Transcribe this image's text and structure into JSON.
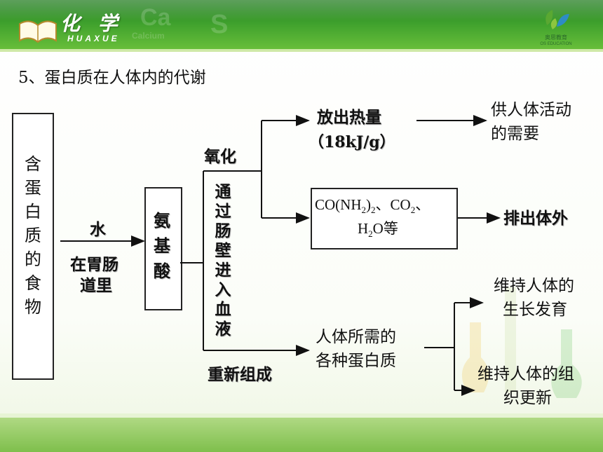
{
  "header": {
    "title": "化 学",
    "subtitle": "HUAXUE",
    "bg_elements": [
      "Ca",
      "Calcium",
      "S"
    ],
    "logo_name": "奥思教育",
    "logo_sub": "OS EDUCATION"
  },
  "heading": "5、蛋白质在人体内的代谢",
  "diagram": {
    "food": [
      "含",
      "蛋",
      "白",
      "质",
      "的",
      "食",
      "物"
    ],
    "water": "水",
    "location": [
      "在胃肠",
      "道里"
    ],
    "amino": [
      "氨",
      "基",
      "酸"
    ],
    "oxidation": "氧化",
    "blood": [
      "通",
      "过",
      "肠",
      "壁",
      "进",
      "入",
      "血",
      "液"
    ],
    "reform": "重新组成",
    "heat": [
      "放出热量",
      "（18kJ/g）"
    ],
    "activity": [
      "供人体活动",
      "的需要"
    ],
    "products": {
      "co": "CO(NH",
      "s2a": "2",
      "mid": ")",
      "s2b": "2",
      "co2": "、CO",
      "s2c": "2",
      "end": "、",
      "h": "H",
      "s2d": "2",
      "o": "O等"
    },
    "excrete": "排出体外",
    "proteins": [
      "人体所需的",
      "各种蛋白质"
    ],
    "growth": [
      "维持人体的",
      "生长发育"
    ],
    "renew": [
      "维持人体的组",
      "织更新"
    ]
  },
  "colors": {
    "header_green": "#3fa12d",
    "accent": "#6cc13b"
  }
}
